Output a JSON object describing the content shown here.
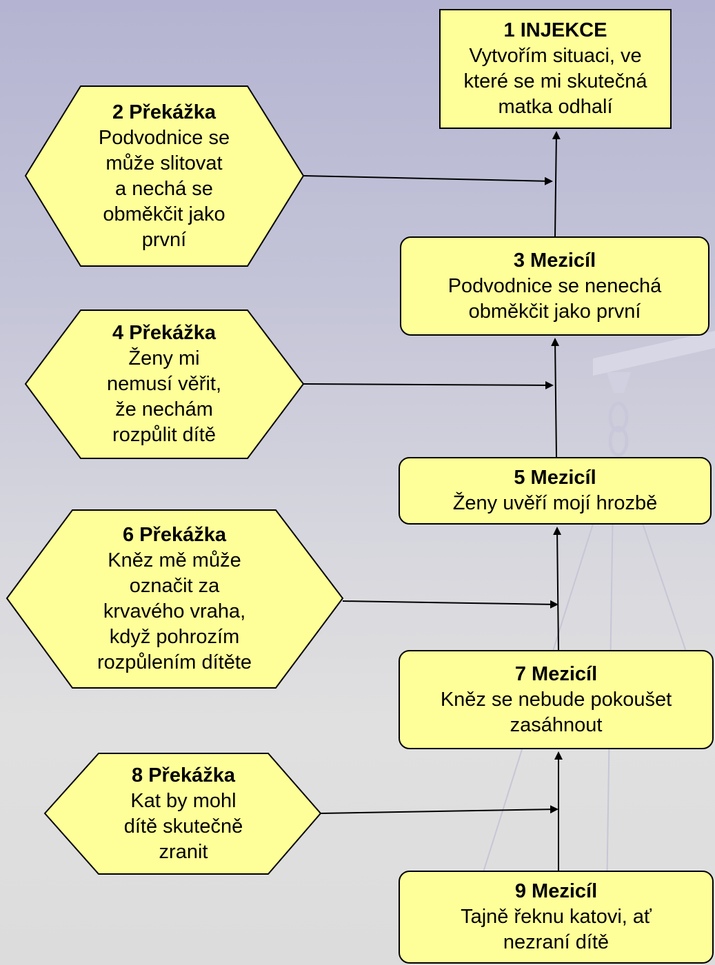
{
  "nodes": {
    "n1": {
      "title": "1 INJEKCE",
      "text": "Vytvořím situaci, ve\nkteré se mi skutečná\nmatka odhalí"
    },
    "n2": {
      "title": "2 Překážka",
      "text": "Podvodnice se\nmůže slitovat\na nechá se\nobměkčit jako\nprvní"
    },
    "n3": {
      "title": "3 Mezicíl",
      "text": "Podvodnice se nenechá\nobměkčit jako první"
    },
    "n4": {
      "title": "4 Překážka",
      "text": "Ženy mi\nnemusí věřit,\nže nechám\nrozpůlit dítě"
    },
    "n5": {
      "title": "5 Mezicíl",
      "text": "Ženy uvěří mojí hrozbě"
    },
    "n6": {
      "title": "6 Překážka",
      "text": "Kněz mě může\noznačit za\nkrvavého vraha,\nkdyž pohrozím\nrozpůlením dítěte"
    },
    "n7": {
      "title": "7 Mezicíl",
      "text": "Kněz se nebude pokoušet\nzasáhnout"
    },
    "n8": {
      "title": "8 Překážka",
      "text": "Kat by mohl\ndítě skutečně\nzranit"
    },
    "n9": {
      "title": "9 Mezicíl",
      "text": "Tajně řeknu katovi, ať\nnezraní dítě"
    }
  },
  "colors": {
    "node_fill": "#ffff99",
    "stroke": "#000000"
  }
}
